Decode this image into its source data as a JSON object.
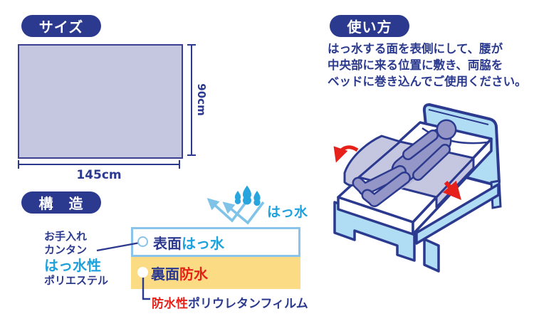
{
  "colors": {
    "navy": "#2b3a8e",
    "light_blue": "#1ea1dc",
    "pale_blue_border": "#8ac4ea",
    "sheet_purple": "#c5c6e0",
    "person_purple": "#9596c8",
    "bed_blue": "#b0ddf4",
    "layer_yellow": "#fbdc85",
    "red": "#e62119"
  },
  "size_section": {
    "title": "サイズ",
    "height_label": "90cm",
    "width_label": "145cm"
  },
  "structure_section": {
    "title": "構　造",
    "care_line1": "お手入れ",
    "care_line2": "カンタン",
    "care_line3": "はっ水性",
    "care_line4": "ポリエステル",
    "water_repel_label": "はっ水",
    "layer_top_prefix": "表面",
    "layer_top_value": "はっ水",
    "layer_bottom_prefix": "裏面",
    "layer_bottom_value": "防水",
    "film_prefix": "防水性",
    "film_suffix": "ポリウレタンフィルム"
  },
  "usage_section": {
    "title": "使い方",
    "instruction_line1": "はっ水する面を表側にして、腰が",
    "instruction_line2": "中央部に来る位置に敷き、両脇を",
    "instruction_line3": "ベッドに巻き込んでご使用ください。"
  }
}
